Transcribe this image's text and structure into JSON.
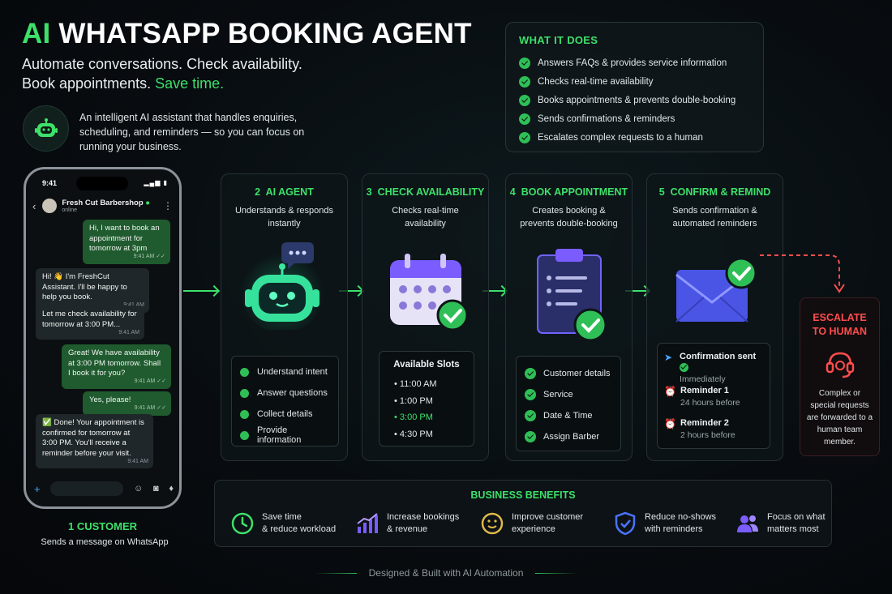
{
  "header": {
    "title_ai": "AI",
    "title_rest": "WHATSAPP BOOKING AGENT",
    "subtitle_line1": "Automate conversations. Check availability.",
    "subtitle_line2": "Book appointments.",
    "subtitle_highlight": "Save time.",
    "intro": "An intelligent AI assistant that handles enquiries, scheduling, and reminders — so you can focus on running your business."
  },
  "what_it_does": {
    "title": "WHAT IT DOES",
    "items": [
      "Answers FAQs & provides service information",
      "Checks real-time availability",
      "Books appointments & prevents double-booking",
      "Sends confirmations & reminders",
      "Escalates complex requests to a human"
    ]
  },
  "phone": {
    "time": "9:41",
    "contact": "Fresh Cut Barbershop",
    "status": "online",
    "messages": [
      {
        "dir": "out",
        "text": "Hi, I want to book an appointment for tomorrow at 3pm",
        "time": "9:41 AM ✓✓"
      },
      {
        "dir": "in",
        "text": "Hi! 👋 I'm FreshCut Assistant. I'll be happy to help you book.",
        "time": "9:41 AM"
      },
      {
        "dir": "in",
        "text": "Let me check availability for tomorrow at 3:00 PM...",
        "time": "9:41 AM"
      },
      {
        "dir": "out",
        "text": "Great! We have availability at 3:00 PM tomorrow. Shall I book it for you?",
        "time": "9:41 AM ✓✓"
      },
      {
        "dir": "out",
        "text": "Yes, please!",
        "time": "9:41 AM ✓✓"
      },
      {
        "dir": "in",
        "text": "✅ Done! Your appointment is confirmed for tomorrow at 3:00 PM. You'll receive a reminder before your visit.",
        "time": "9:41 AM"
      }
    ]
  },
  "customer": {
    "num": "1",
    "title": "CUSTOMER",
    "desc": "Sends a message on WhatsApp"
  },
  "steps": [
    {
      "num": "2",
      "title": "AI AGENT",
      "desc": "Understands & responds instantly",
      "list": [
        "Understand intent",
        "Answer questions",
        "Collect details",
        "Provide information"
      ]
    },
    {
      "num": "3",
      "title": "CHECK AVAILABILITY",
      "desc": "Checks real-time availability",
      "slots_title": "Available Slots",
      "slots": [
        "11:00 AM",
        "1:00 PM",
        "3:00 PM",
        "4:30 PM"
      ],
      "selected_slot": "3:00 PM"
    },
    {
      "num": "4",
      "title": "BOOK APPOINTMENT",
      "desc": "Creates booking & prevents double-booking",
      "list": [
        "Customer details",
        "Service",
        "Date & Time",
        "Assign Barber"
      ]
    },
    {
      "num": "5",
      "title": "CONFIRM & REMIND",
      "desc": "Sends confirmation & automated reminders",
      "events": [
        {
          "title": "Confirmation sent",
          "sub": "Immediately"
        },
        {
          "title": "Reminder 1",
          "sub": "24 hours before"
        },
        {
          "title": "Reminder 2",
          "sub": "2 hours before"
        }
      ]
    }
  ],
  "escalate": {
    "title": "ESCALATE TO HUMAN",
    "desc": "Complex or special requests are forwarded to a human team member."
  },
  "benefits": {
    "title": "BUSINESS BENEFITS",
    "items": [
      {
        "icon": "clock-icon",
        "line1": "Save time",
        "line2": "& reduce workload"
      },
      {
        "icon": "bar-chart-icon",
        "line1": "Increase bookings",
        "line2": "& revenue"
      },
      {
        "icon": "smile-icon",
        "line1": "Improve customer",
        "line2": "experience"
      },
      {
        "icon": "shield-check-icon",
        "line1": "Reduce no-shows",
        "line2": "with reminders"
      },
      {
        "icon": "people-icon",
        "line1": "Focus on what",
        "line2": "matters most"
      }
    ]
  },
  "footer": "Designed & Built with AI Automation",
  "colors": {
    "accent": "#3ee06a",
    "danger": "#ff4d4d",
    "violet": "#7b5cff"
  }
}
